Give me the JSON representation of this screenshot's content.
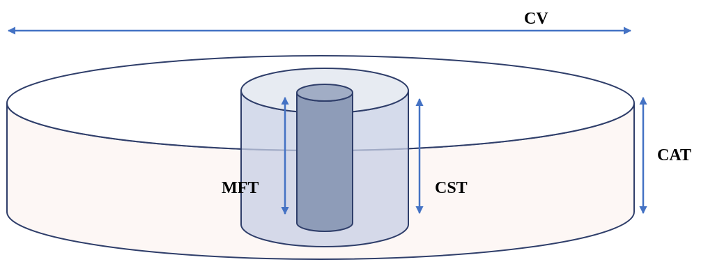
{
  "labels": {
    "cv": "CV",
    "cat": "CAT",
    "cst": "CST",
    "mft": "MFT"
  },
  "colors": {
    "arrow": "#4472C4",
    "outline": "#2F3E6A",
    "outer_fill": "#FDF7F5",
    "outer_top_fill": "#FFFFFF",
    "middle_fill": "#D4DAE9",
    "middle_top_fill": "#E3E7F0",
    "inner_fill": "#8E9CB8",
    "inner_top_fill": "#A1ADC5"
  }
}
